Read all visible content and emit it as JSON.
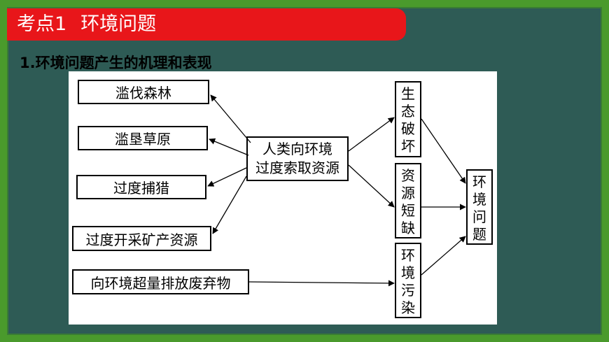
{
  "slide": {
    "tag": "考点1",
    "topic": "环境问题",
    "subtitle": "1.环境问题产生的机理和表现"
  },
  "diagram": {
    "left_boxes": [
      "滥伐森林",
      "滥垦草原",
      "过度捕猎",
      "过度开采矿产资源",
      "向环境超量排放废弃物"
    ],
    "center_box": [
      "人类向环境",
      "过度索取资源"
    ],
    "effects": [
      [
        "生",
        "态",
        "破",
        "坏"
      ],
      [
        "资",
        "源",
        "短",
        "缺"
      ],
      [
        "环",
        "境",
        "污",
        "染"
      ]
    ],
    "result": [
      "环",
      "境",
      "问",
      "题"
    ]
  },
  "colors": {
    "frame": "#4a9a2c",
    "board": "#2e5b55",
    "title_bar": "#e8161a",
    "title_text": "#ffffff"
  }
}
